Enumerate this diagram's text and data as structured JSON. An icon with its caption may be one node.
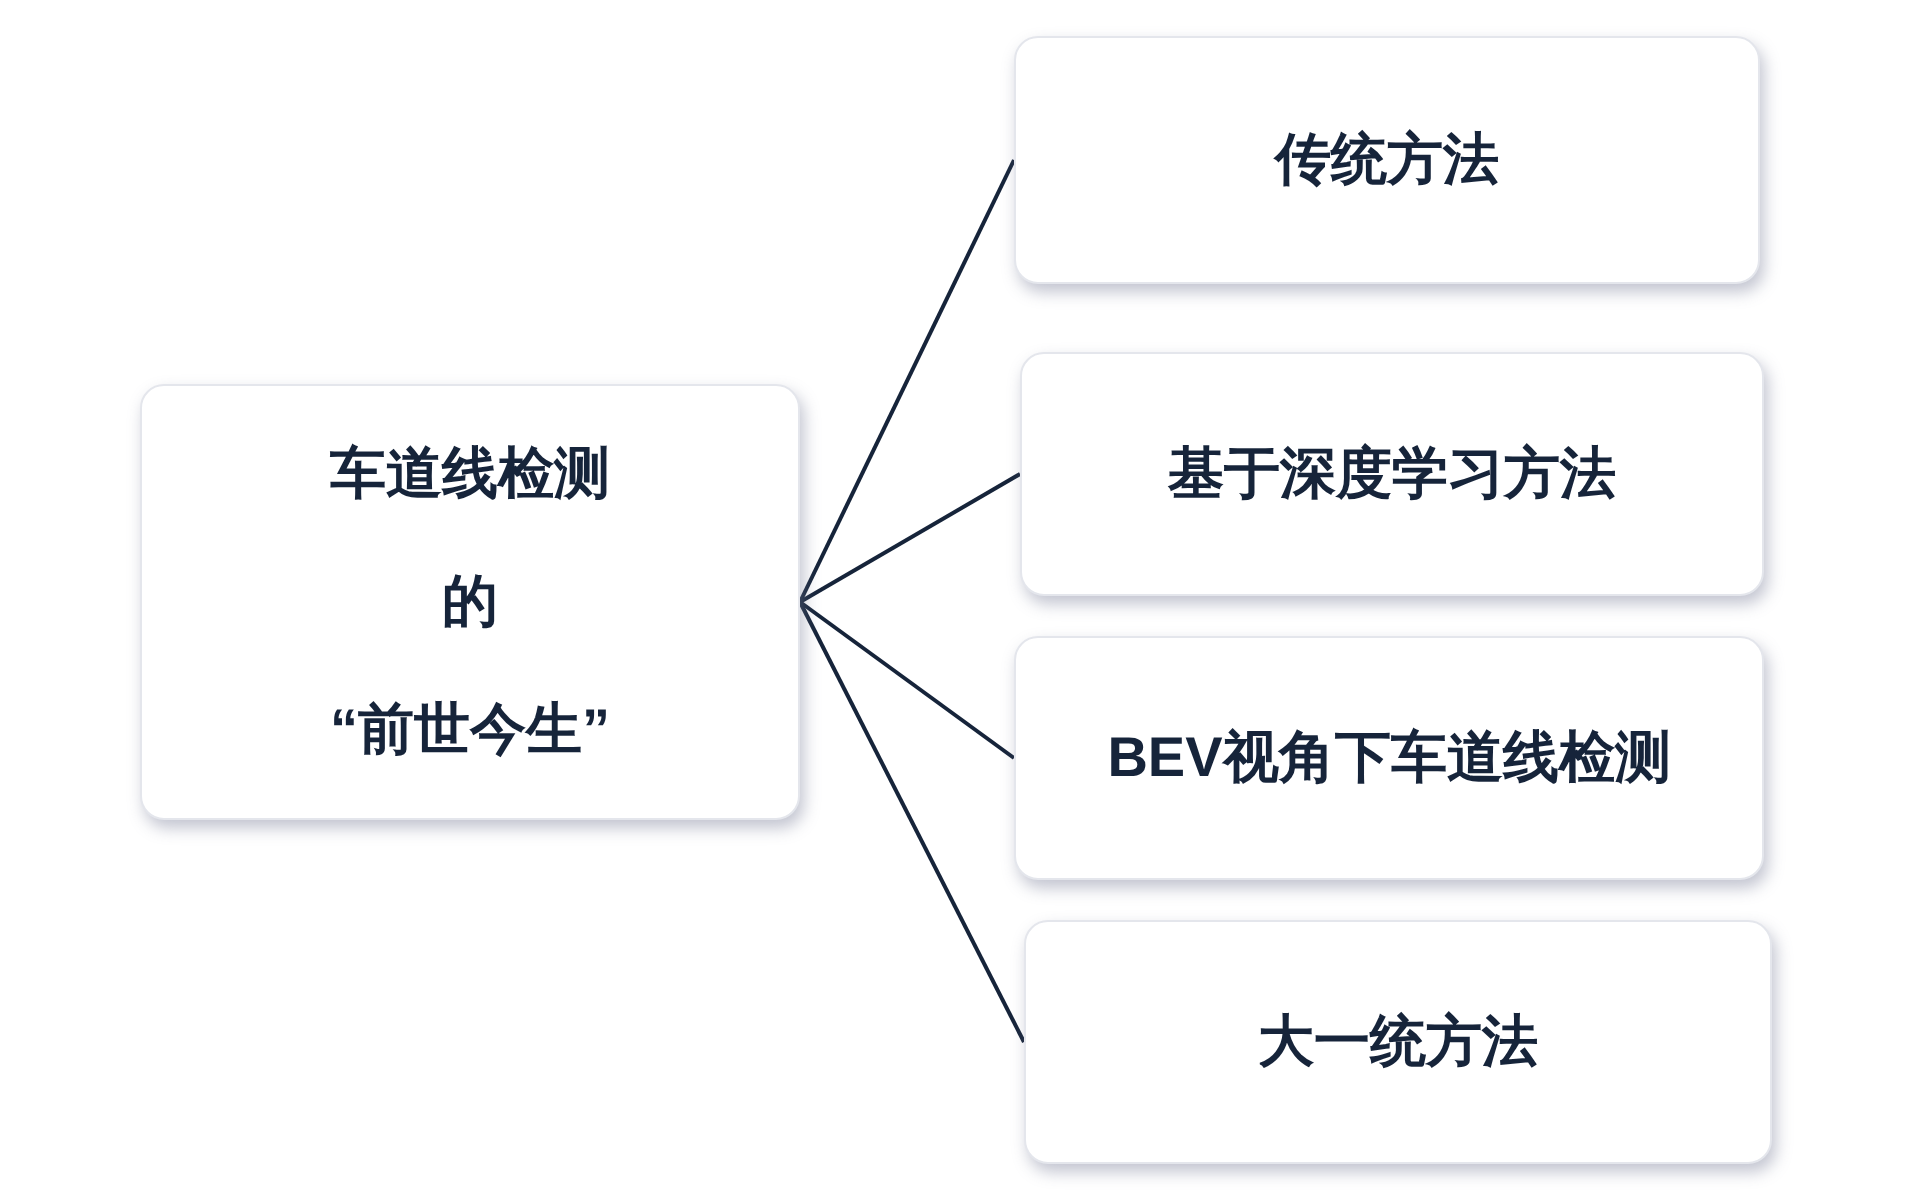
{
  "diagram": {
    "nodes": [
      {
        "text": [
          "车道线检测",
          "的",
          "“前世今生”"
        ]
      },
      {
        "text": [
          "传统方法"
        ]
      },
      {
        "text": [
          "基于深度学习方法"
        ]
      },
      {
        "text": [
          "BEV视角下车道线检测"
        ]
      },
      {
        "text": [
          "大一统方法"
        ]
      }
    ],
    "edges": [
      {
        "from": 0,
        "to": 1,
        "arrow": "none"
      },
      {
        "from": 0,
        "to": 2,
        "arrow": "none"
      },
      {
        "from": 0,
        "to": 3,
        "arrow": "none"
      },
      {
        "from": 0,
        "to": 4,
        "arrow": "none"
      }
    ]
  }
}
